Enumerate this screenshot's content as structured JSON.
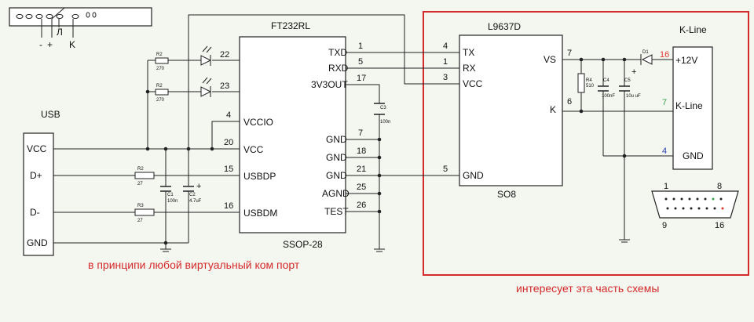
{
  "connector_strip": {
    "label_minus": "-",
    "label_plus": "+",
    "label_l": "Л",
    "label_k": "K"
  },
  "ft232": {
    "title": "FT232RL",
    "package": "SSOP-28",
    "left_pins": [
      {
        "num": "22",
        "name": ""
      },
      {
        "num": "23",
        "name": ""
      },
      {
        "num": "4",
        "name": "VCCIO"
      },
      {
        "num": "20",
        "name": "VCC"
      },
      {
        "num": "15",
        "name": "USBDP"
      },
      {
        "num": "16",
        "name": "USBDM"
      }
    ],
    "right_pins": [
      {
        "num": "1",
        "name": "TXD"
      },
      {
        "num": "5",
        "name": "RXD"
      },
      {
        "num": "17",
        "name": "3V3OUT"
      },
      {
        "num": "7",
        "name": "GND"
      },
      {
        "num": "18",
        "name": "GND"
      },
      {
        "num": "21",
        "name": "GND"
      },
      {
        "num": "25",
        "name": "AGND"
      },
      {
        "num": "26",
        "name": "TEST"
      }
    ]
  },
  "usb": {
    "title": "USB",
    "pins": [
      "VCC",
      "D+",
      "D-",
      "GND"
    ]
  },
  "l9637": {
    "title": "L9637D",
    "package": "SO8",
    "left_pins": [
      {
        "num": "4",
        "name": "TX"
      },
      {
        "num": "1",
        "name": "RX"
      },
      {
        "num": "3",
        "name": "VCC"
      },
      {
        "num": "5",
        "name": "GND"
      }
    ],
    "right_pins": [
      {
        "num": "7",
        "name": "VS"
      },
      {
        "num": "6",
        "name": "K"
      }
    ]
  },
  "kline_conn": {
    "title": "K-Line",
    "pins": [
      {
        "num": "16",
        "name": "+12V",
        "color": "#e03a2f"
      },
      {
        "num": "7",
        "name": "K-Line",
        "color": "#3aa04a"
      },
      {
        "num": "4",
        "name": "GND",
        "color": "#2a3fb8"
      }
    ]
  },
  "components": {
    "r2a": {
      "name": "R2",
      "value": "270"
    },
    "r2b": {
      "name": "R2",
      "value": "270"
    },
    "r2c": {
      "name": "R2",
      "value": "27"
    },
    "r3": {
      "name": "R3",
      "value": "27"
    },
    "c1": {
      "name": "C1",
      "value": "100n"
    },
    "c2": {
      "name": "C2",
      "value": "4.7uF"
    },
    "c3": {
      "name": "C3",
      "value": "100n"
    },
    "r4": {
      "name": "R4",
      "value": "510"
    },
    "c4": {
      "name": "C4",
      "value": "100nF"
    },
    "c5": {
      "name": "C5",
      "value": "10u uF"
    },
    "d1": {
      "name": "D1"
    }
  },
  "db9": {
    "n1": "1",
    "n8": "8",
    "n9": "9",
    "n16": "16"
  },
  "notes": {
    "left": "в принципи любой виртуальный ком порт",
    "right": "интересует эта часть схемы",
    "color": "#d42a2a"
  }
}
